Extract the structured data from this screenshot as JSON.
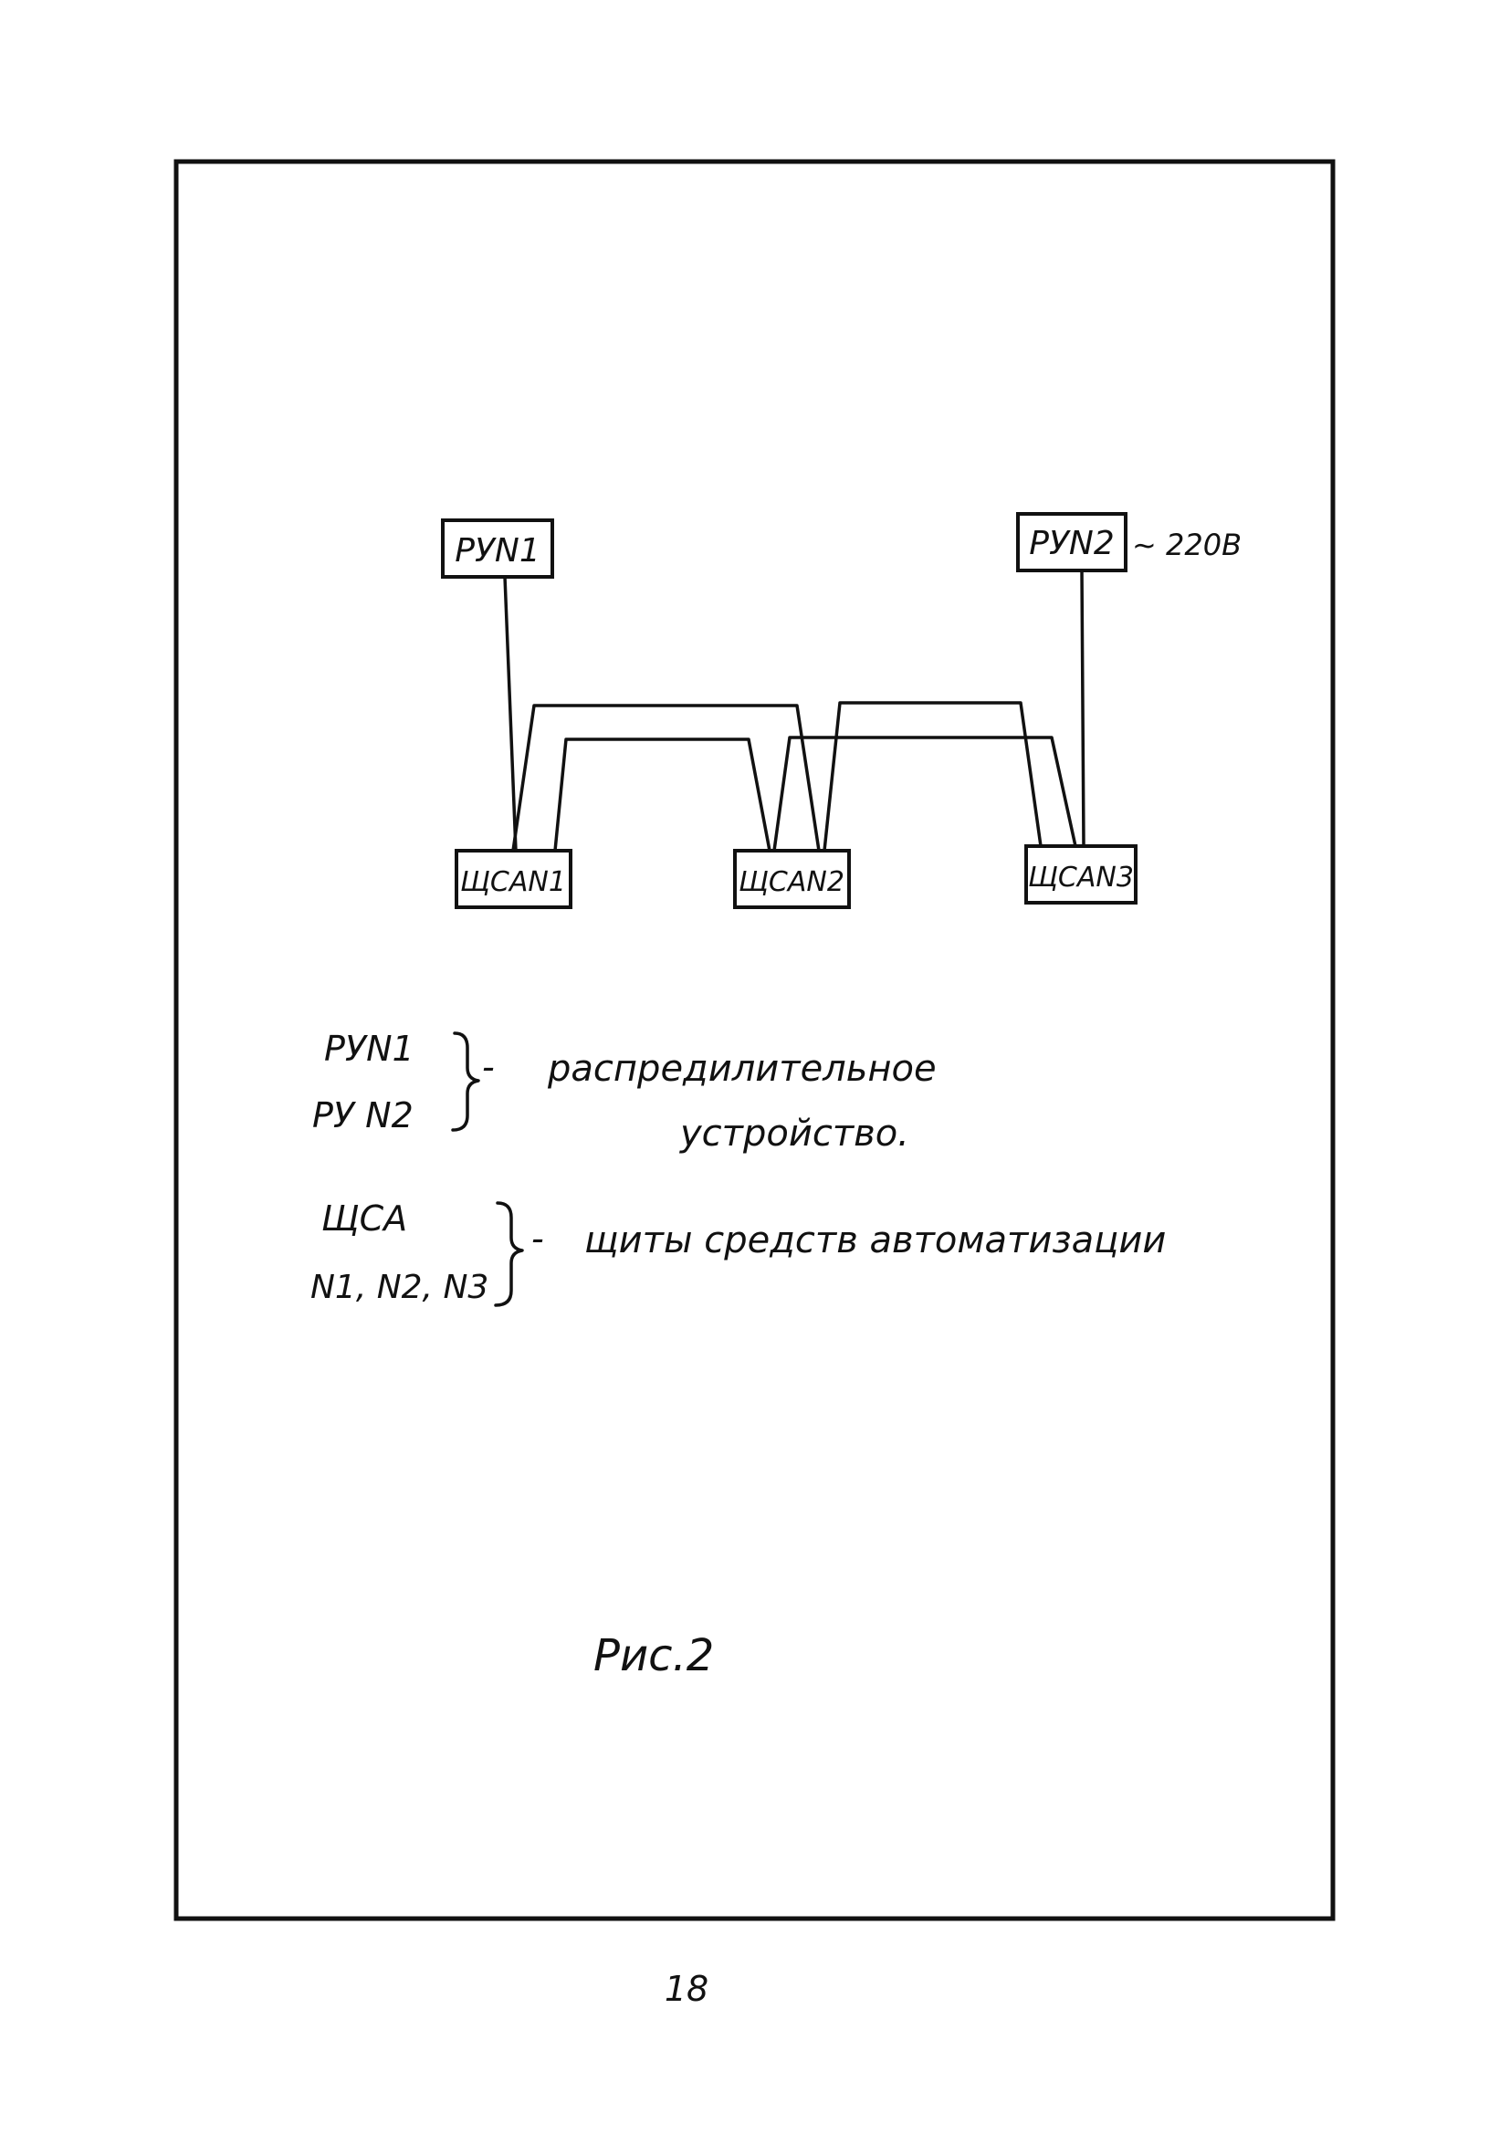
{
  "diagram": {
    "nodes": {
      "ru1": "РУN1",
      "ru2": "РУN2",
      "shsa1": "ЩСАN1",
      "shsa2": "ЩСАN2",
      "shsa3": "ЩСАN3"
    },
    "ru2_supply": "~ 220В"
  },
  "legend": {
    "ru_line1": "РУN1",
    "ru_line2": "РУ N2",
    "ru_dash": "-",
    "ru_desc_line1": "распредилительное",
    "ru_desc_line2": "устройство.",
    "shsa_line1": "ЩСА",
    "shsa_line2": "N1, N2, N3",
    "shsa_dash": "-",
    "shsa_desc": "щиты средств автоматизации"
  },
  "caption": "Рис.2",
  "page_number": "18"
}
